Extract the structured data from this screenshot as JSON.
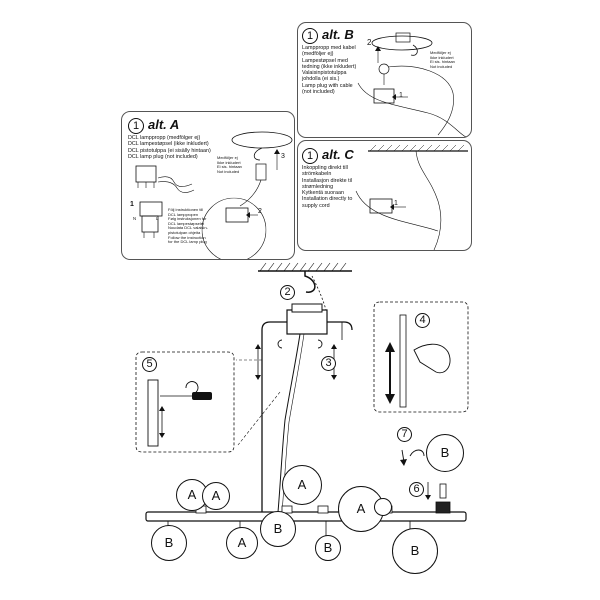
{
  "altA": {
    "number": "1",
    "title": "alt. A",
    "lines": [
      "DCL lamppropp (medfölger ej)",
      "DCL lampestøpsel (ikke inkludert)",
      "DCL pistotulppa (ei sisälly hintaan)",
      "DCL lamp plug (not included)"
    ],
    "note": [
      "Medföljer ej",
      "Ikke inkludert",
      "Ei sis. hintaan",
      "Not included"
    ],
    "instructions": [
      "Följ instruktionen till",
      "DCL lamppropen",
      "Følg instruksjonen for",
      "DCL lampestøpselet",
      "Noudata DCL valaisin-",
      "pistotulpan ohjeita",
      "Follow the instruction",
      "for the DCL lamp plug"
    ],
    "step1": "1",
    "step2": "2",
    "step3": "3",
    "n": "N",
    "l": "L"
  },
  "altB": {
    "number": "1",
    "title": "alt. B",
    "lines": [
      "Lamppropp med kabel",
      "(medföljer ej)",
      "Lampestøpsel med",
      "tedning (ikke inkludert)",
      "Valaisinpistotulppa",
      "johdolla (ei sis.)",
      "Lamp plug with cable",
      "(not included)"
    ],
    "note": [
      "Medföljer ej",
      "Ikke inkludert",
      "Ei sis. hintaan",
      "Not included"
    ],
    "step1": "1",
    "step2": "2"
  },
  "altC": {
    "number": "1",
    "title": "alt. C",
    "lines": [
      "Inkoppling direkt till",
      "strömkabeln",
      "Installasjon direkte til",
      "strømledning",
      "Kytkentä suoraan",
      "Installation directly to",
      "supply cord"
    ],
    "step1": "1"
  },
  "steps": {
    "s2": "2",
    "s3": "3",
    "s4": "4",
    "s5": "5",
    "s6": "6",
    "s7": "7"
  },
  "labels": {
    "a": "A",
    "b": "B"
  }
}
